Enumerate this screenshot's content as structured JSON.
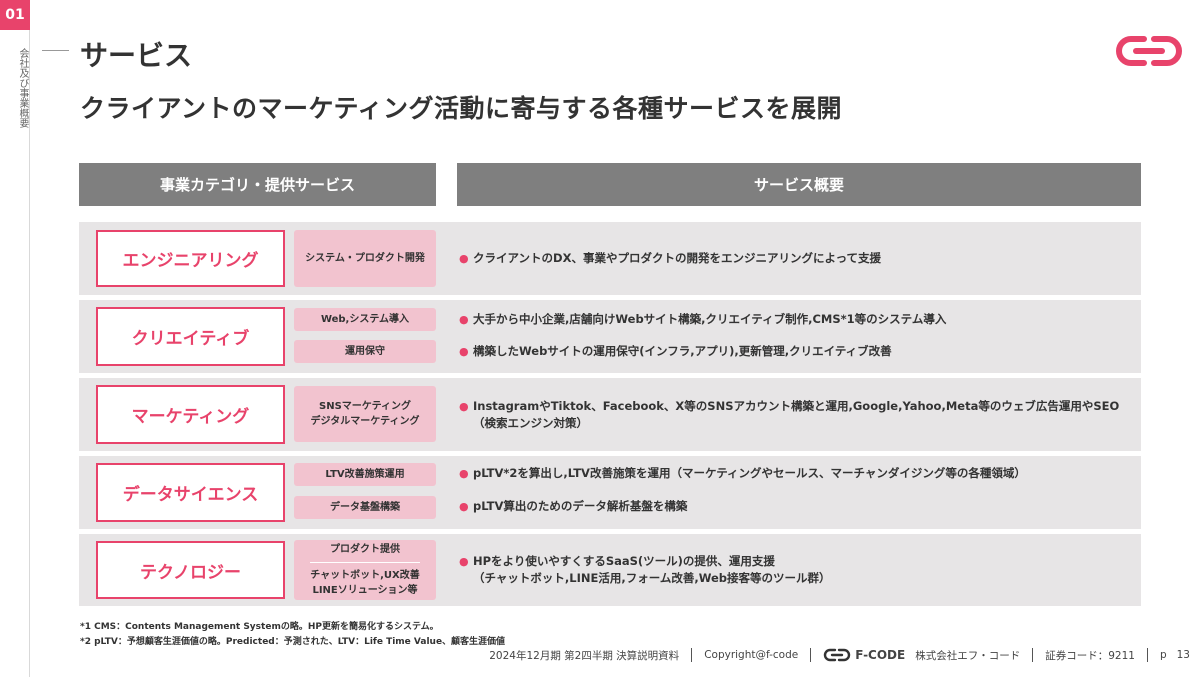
{
  "section": {
    "number": "01",
    "vertical_label": "会社及び事業概要"
  },
  "header": {
    "title": "サービス",
    "subtitle": "クライアントのマーケティング活動に寄与する各種サービスを展開"
  },
  "table": {
    "header_left": "事業カテゴリ・提供サービス",
    "header_right": "サービス概要",
    "rows": [
      {
        "category": "エンジニアリング",
        "services": [
          "システム・プロダクト開発"
        ],
        "descriptions": [
          "クライアントのDX、事業やプロダクトの開発をエンジニアリングによって支援"
        ]
      },
      {
        "category": "クリエイティブ",
        "services": [
          "Web,システム導入",
          "運用保守"
        ],
        "descriptions": [
          "大手から中小企業,店舗向けWebサイト構築,クリエイティブ制作,CMS*1等のシステム導入",
          "構築したWebサイトの運用保守(インフラ,アプリ),更新管理,クリエイティブ改善"
        ]
      },
      {
        "category": "マーケティング",
        "services": [
          "SNSマーケティング",
          "デジタルマーケティング"
        ],
        "descriptions": [
          "InstagramやTiktok、Facebook、X等のSNSアカウント構築と運用,Google,Yahoo,Meta等のウェブ広告運用やSEO",
          "（検索エンジン対策）"
        ]
      },
      {
        "category": "データサイエンス",
        "services": [
          "LTV改善施策運用",
          "データ基盤構築"
        ],
        "descriptions": [
          "pLTV*2を算出し,LTV改善施策を運用（マーケティングやセールス、マーチャンダイジング等の各種領域）",
          "pLTV算出のためのデータ解析基盤を構築"
        ]
      },
      {
        "category": "テクノロジー",
        "services": [
          "プロダクト提供",
          "チャットボット,UX改善",
          "LINEソリューション等"
        ],
        "descriptions": [
          "HPをより使いやすくするSaaS(ツール)の提供、運用支援",
          "（チャットボット,LINE活用,フォーム改善,Web接客等のツール群）"
        ]
      }
    ]
  },
  "footnotes": [
    "*1 CMS：Contents Management Systemの略。HP更新を簡易化するシステム。",
    "*2 pLTV：予想顧客生涯価値の略。Predicted：予測された、LTV：Life Time Value、顧客生涯価値"
  ],
  "footer": {
    "period": "2024年12月期 第2四半期 決算説明資料",
    "copyright": "Copyright@f-code",
    "brand": "F-CODE",
    "company": "株式会社エフ・コード",
    "stock_code": "証券コード：9211",
    "page_label": "p",
    "page_number": "13"
  },
  "colors": {
    "accent": "#e8436b",
    "header_gray": "#7f7f7f",
    "row_bg": "#e7e5e6",
    "service_pink": "#f2c3cf"
  }
}
